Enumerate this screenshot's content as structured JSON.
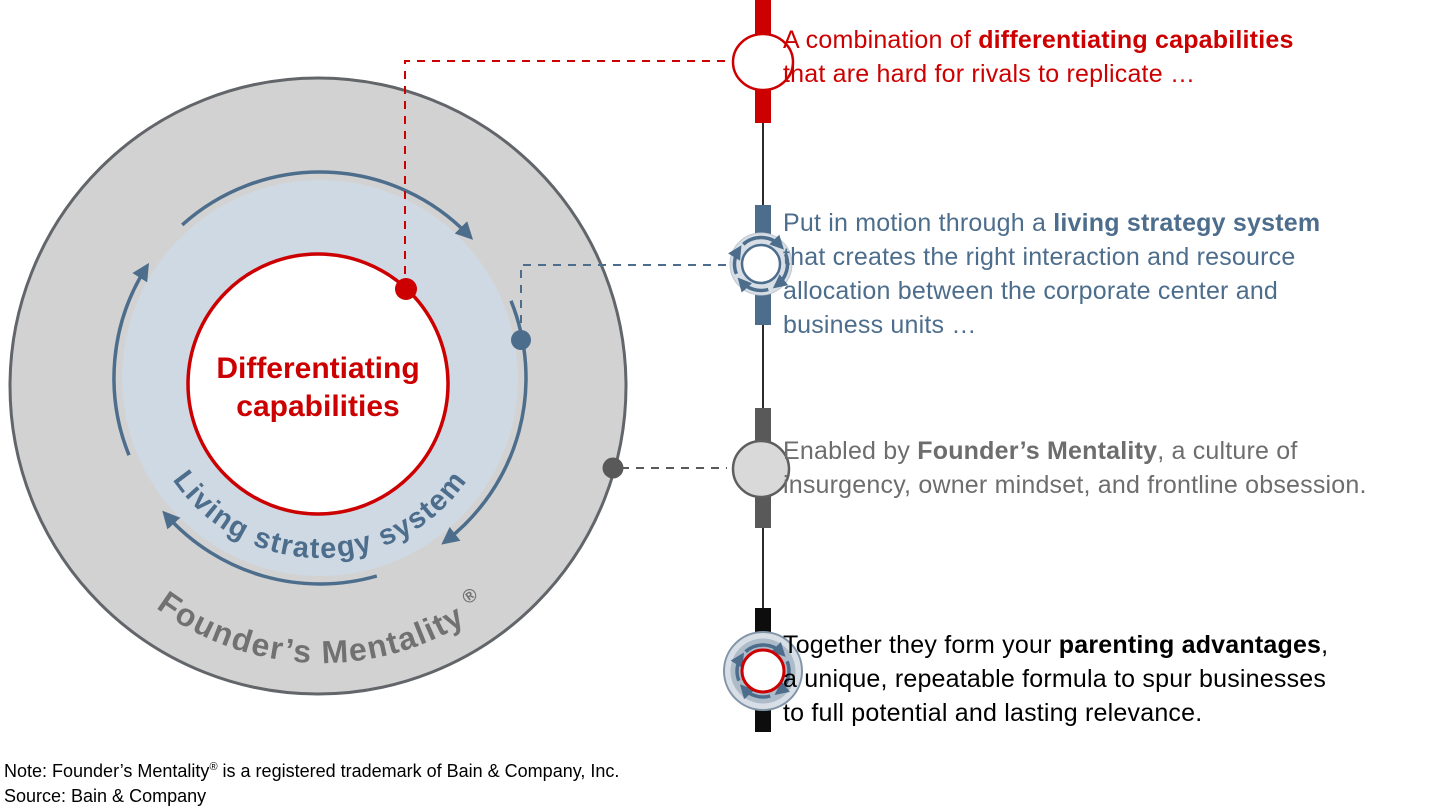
{
  "colors": {
    "red": "#cc0000",
    "steel_blue": "#4d6d8c",
    "light_blue": "#cfd9e3",
    "pale_blue": "#d7dee6",
    "mid_blue_gray": "#aebbc9",
    "gray_fill": "#d2d2d2",
    "gray_stroke": "#626569",
    "dark_gray": "#595959",
    "gray_text": "#717171",
    "text_gray": "#6d6d6d",
    "black": "#0d0d0d"
  },
  "diagram": {
    "inner_circle_label_line1": "Differentiating",
    "inner_circle_label_line2": "capabilities",
    "middle_ring_label": "Living strategy system",
    "outer_ring_label": "Founder’s Mentality",
    "outer_ring_registered_mark": "®"
  },
  "annotations": {
    "items": [
      {
        "id": "differentiating-capabilities",
        "color": "#cc0000",
        "line1_prefix": "A combination of ",
        "line1_bold": "differentiating capabilities",
        "line2": "that are hard for rivals to replicate …"
      },
      {
        "id": "living-strategy-system",
        "color": "#4d6d8c",
        "line1_prefix": "Put in motion through a ",
        "line1_bold": "living strategy system",
        "line2": "that creates the right interaction and resource",
        "line3": "allocation between the corporate center and",
        "line4": "business units …"
      },
      {
        "id": "founders-mentality",
        "color": "#6d6d6d",
        "line1_prefix": "Enabled by ",
        "line1_bold": "Founder’s Mentality",
        "line1_suffix": ", a culture of",
        "line2": "insurgency, owner mindset, and frontline obsession."
      },
      {
        "id": "parenting-advantages",
        "color": "#000000",
        "line1_prefix": "Together they form your ",
        "line1_bold": "parenting advantages",
        "line1_suffix": ",",
        "line2": "a unique, repeatable formula to spur businesses",
        "line3": "to full potential and lasting relevance."
      }
    ]
  },
  "footer": {
    "note_prefix": "Note: Founder’s Mentality",
    "note_registered_mark": "®",
    "note_suffix": " is a registered trademark of Bain & Company, Inc.",
    "source": "Source: Bain & Company"
  }
}
